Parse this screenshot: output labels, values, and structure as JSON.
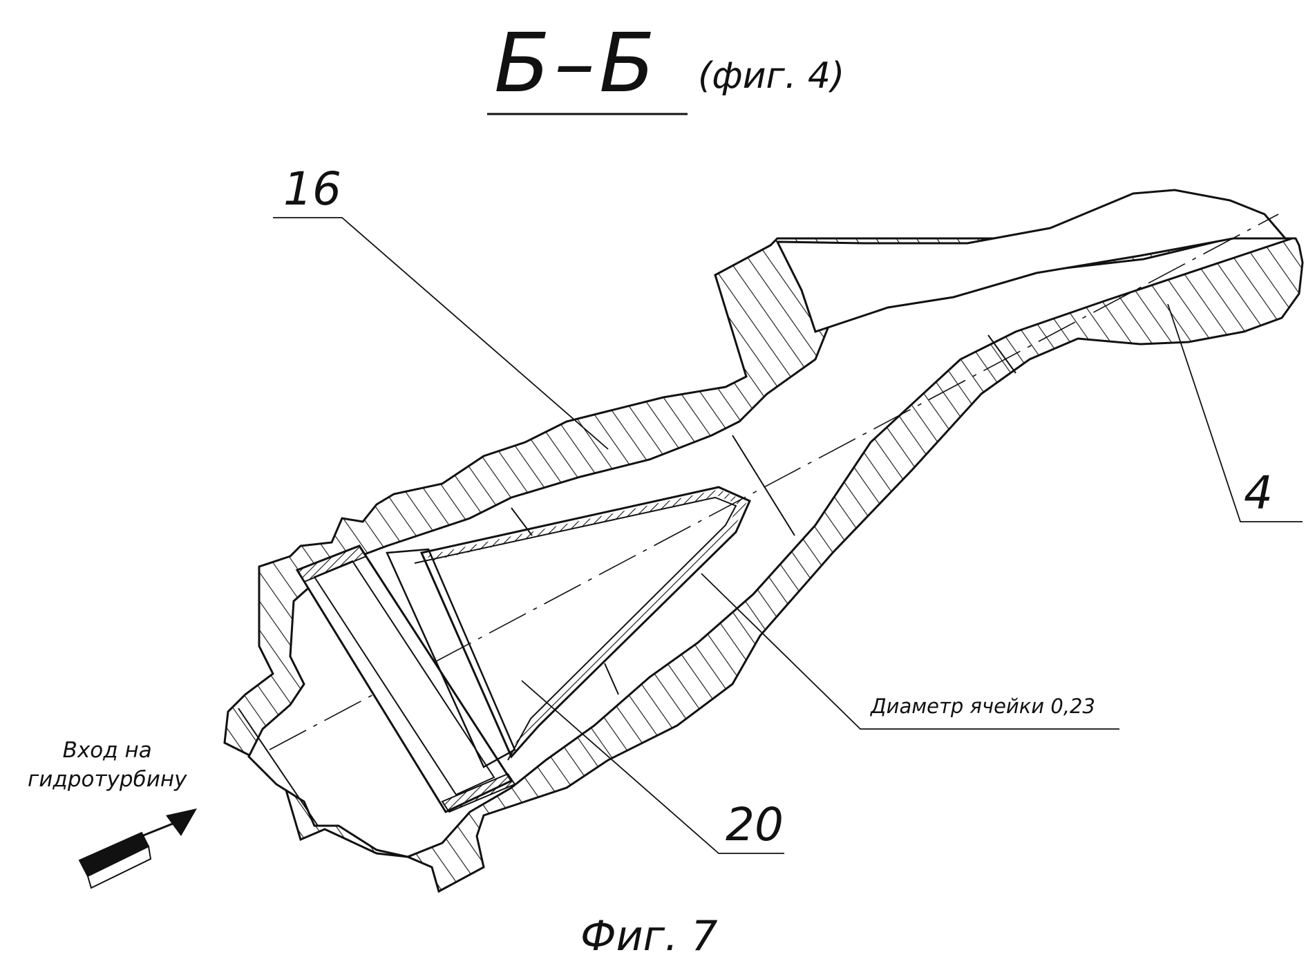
{
  "drawing": {
    "section_title": "Б–Б",
    "section_ref": "(фиг. 4)",
    "figure_caption": "Фиг. 7",
    "callouts": {
      "body": "16",
      "channel": "4",
      "filter": "20"
    },
    "mesh_note": "Диаметр ячейки 0,23",
    "inlet_label": {
      "line1": "Вход на",
      "line2": "гидротурбину"
    },
    "colors": {
      "ink": "#111111",
      "background": "#ffffff"
    }
  }
}
